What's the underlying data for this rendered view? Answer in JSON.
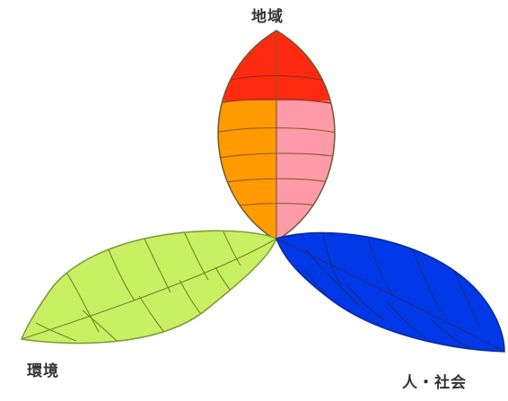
{
  "labels": {
    "top": "地域",
    "left": "環境",
    "right": "人・社会"
  },
  "colors": {
    "top_tip": "#ff2a10",
    "top_left": "#ff9a00",
    "top_right": "#ff9aa8",
    "left_leaf": "#c9ef63",
    "right_leaf": "#0038e8",
    "leaf_stroke_warm": "#6d5a2a",
    "leaf_stroke_green": "#6d8a2a",
    "leaf_stroke_blue": "#1b2a7a"
  }
}
